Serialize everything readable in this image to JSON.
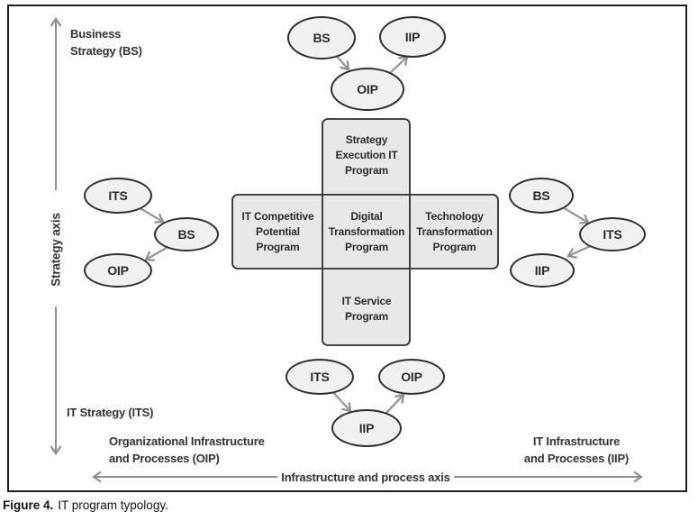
{
  "caption": {
    "label": "Figure 4.",
    "text": "IT program typology."
  },
  "axes": {
    "vertical": "Strategy axis",
    "horizontal": "Infrastructure and process axis"
  },
  "quadrant_labels": {
    "business_strategy": "Business\nStrategy (BS)",
    "it_strategy": "IT Strategy (ITS)",
    "org_infrastructure": "Organizational Infrastructure\nand Processes (OIP)",
    "it_infrastructure": "IT Infrastructure\nand Processes (IIP)"
  },
  "programs": {
    "strategy_execution": "Strategy\nExecution IT\nProgram",
    "it_competitive": "IT Competitive\nPotential\nProgram",
    "digital_transformation": "Digital\nTransformation\nProgram",
    "technology_transformation": "Technology\nTransformation\nProgram",
    "it_service": "IT Service\nProgram"
  },
  "clusters": {
    "top": {
      "n1": "BS",
      "n2": "OIP",
      "n3": "IIP"
    },
    "left": {
      "n1": "ITS",
      "n2": "BS",
      "n3": "OIP"
    },
    "right": {
      "n1": "BS",
      "n2": "ITS",
      "n3": "IIP"
    },
    "bottom": {
      "n1": "ITS",
      "n2": "IIP",
      "n3": "OIP"
    }
  },
  "colors": {
    "box_fill": "#e8e8e8",
    "box_border": "#2e2e2e",
    "ellipse_fill": "#f1f1f1",
    "ellipse_border": "#2e2e2e",
    "arrow_gray": "#8f8f8f",
    "text": "#2b2b2b"
  }
}
